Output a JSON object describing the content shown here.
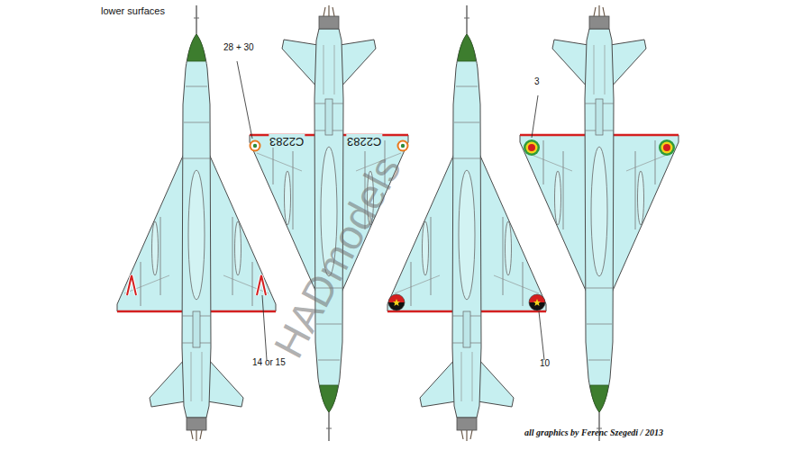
{
  "diagram": {
    "labels": [
      "lower surfaces",
      "28 + 30",
      "C2283",
      "C2283",
      "14 or 15",
      "3",
      "10",
      "HADmodels",
      "all graphics by Ferenc Szegedi / 2013"
    ]
  }
}
